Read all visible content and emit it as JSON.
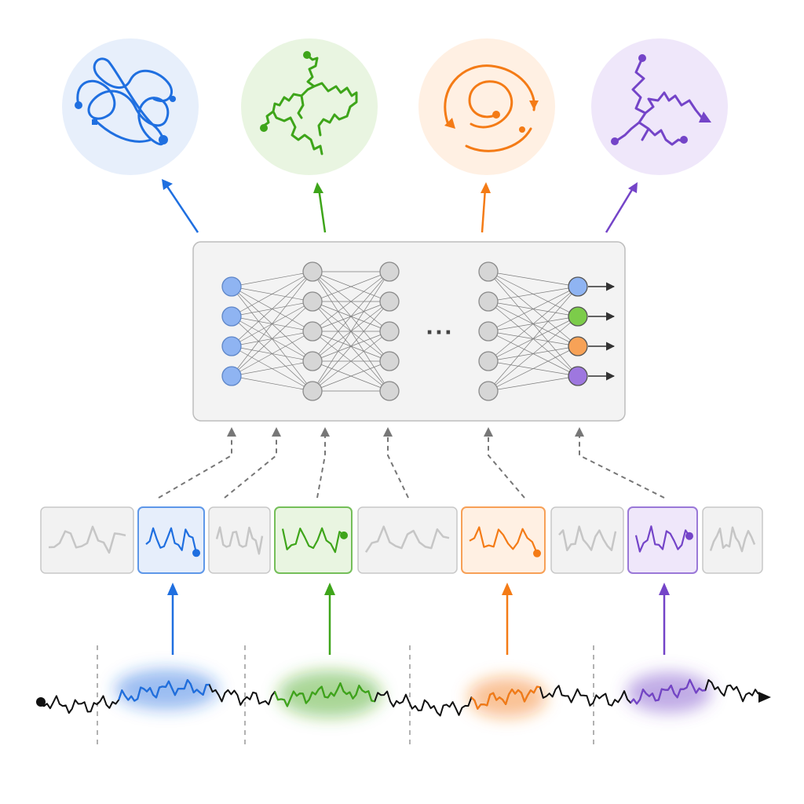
{
  "colors": {
    "blue": "#1f6fe0",
    "blue_fill": "#e6eefb",
    "blue_node": "#8fb4f2",
    "green": "#3ea51a",
    "green_fill": "#e9f5e1",
    "green_node": "#7ccc4a",
    "orange": "#f47b16",
    "orange_fill": "#fff0e3",
    "orange_node": "#f7a257",
    "purple": "#7444c8",
    "purple_fill": "#efe7fa",
    "purple_node": "#9e77df",
    "gray_node": "#d6d6d6",
    "panel": "#f3f3f3",
    "panel_border": "#bdbdbd",
    "line": "#111111"
  },
  "network": {
    "layers": [
      4,
      5,
      5,
      5,
      4
    ],
    "ellipsis": "···",
    "output_colors": [
      "blue",
      "green",
      "orange",
      "purple"
    ]
  },
  "behaviors": [
    {
      "name": "loop-pattern",
      "color": "blue",
      "shape": "loops"
    },
    {
      "name": "wander-pattern",
      "color": "green",
      "shape": "wander"
    },
    {
      "name": "spiral-pattern",
      "color": "orange",
      "shape": "spiral"
    },
    {
      "name": "zigzag-pattern",
      "color": "purple",
      "shape": "zigzag"
    }
  ],
  "segments": [
    {
      "highlight": "none"
    },
    {
      "highlight": "blue"
    },
    {
      "highlight": "none"
    },
    {
      "highlight": "green"
    },
    {
      "highlight": "none"
    },
    {
      "highlight": "orange"
    },
    {
      "highlight": "none"
    },
    {
      "highlight": "purple"
    },
    {
      "highlight": "none"
    }
  ]
}
